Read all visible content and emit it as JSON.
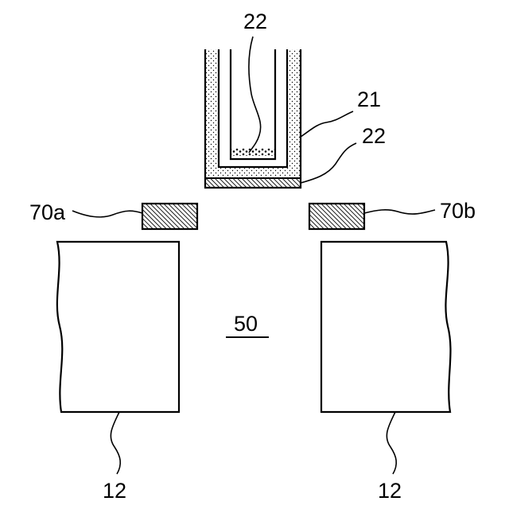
{
  "labels": {
    "top_22": "22",
    "label_21": "21",
    "side_22": "22",
    "label_70a": "70a",
    "label_70b": "70b",
    "label_50": "50",
    "left_12": "12",
    "right_12": "12"
  },
  "colors": {
    "stroke": "#000000",
    "background": "#ffffff"
  }
}
